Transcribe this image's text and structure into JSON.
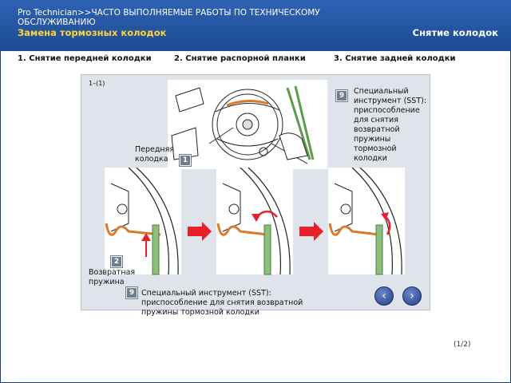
{
  "header": {
    "breadcrumb": "Pro Technician>>ЧАСТО ВЫПОЛНЯЕМЫЕ РАБОТЫ ПО ТЕХНИЧЕСКОМУ ОБСЛУЖИВАНИЮ",
    "subtitle": "Замена тормозных колодок",
    "section": "Снятие колодок"
  },
  "steps": [
    "1. Снятие передней колодки",
    "2. Снятие распорной планки",
    "3. Снятие задней колодки"
  ],
  "panel": {
    "ref": "1–(1)",
    "sst_top_text": "Специальный инструмент (SST): приспособление для снятия возвратной пружины тормозной колодки",
    "sst_top_badge": "9",
    "front_shoe_label": "Передняя колодка",
    "front_shoe_badge": "1",
    "spring_label": "Возвратная пружина",
    "spring_badge": "2",
    "sst_bottom_text": "Специальный инструмент (SST): приспособление для снятия возвратной пружины тормозной колодки",
    "sst_bottom_badge": "9"
  },
  "nav": {
    "prev_icon": "chevron-left-icon",
    "next_icon": "chevron-right-icon"
  },
  "pager": "(1/2)",
  "colors": {
    "header_bg": "#2459a8",
    "accent_yellow": "#ffd43b",
    "panel_bg": "#dfe4ea",
    "arrow_red": "#e8202a",
    "tool_green": "#7fb56a",
    "spring_orange": "#d87a2c"
  }
}
